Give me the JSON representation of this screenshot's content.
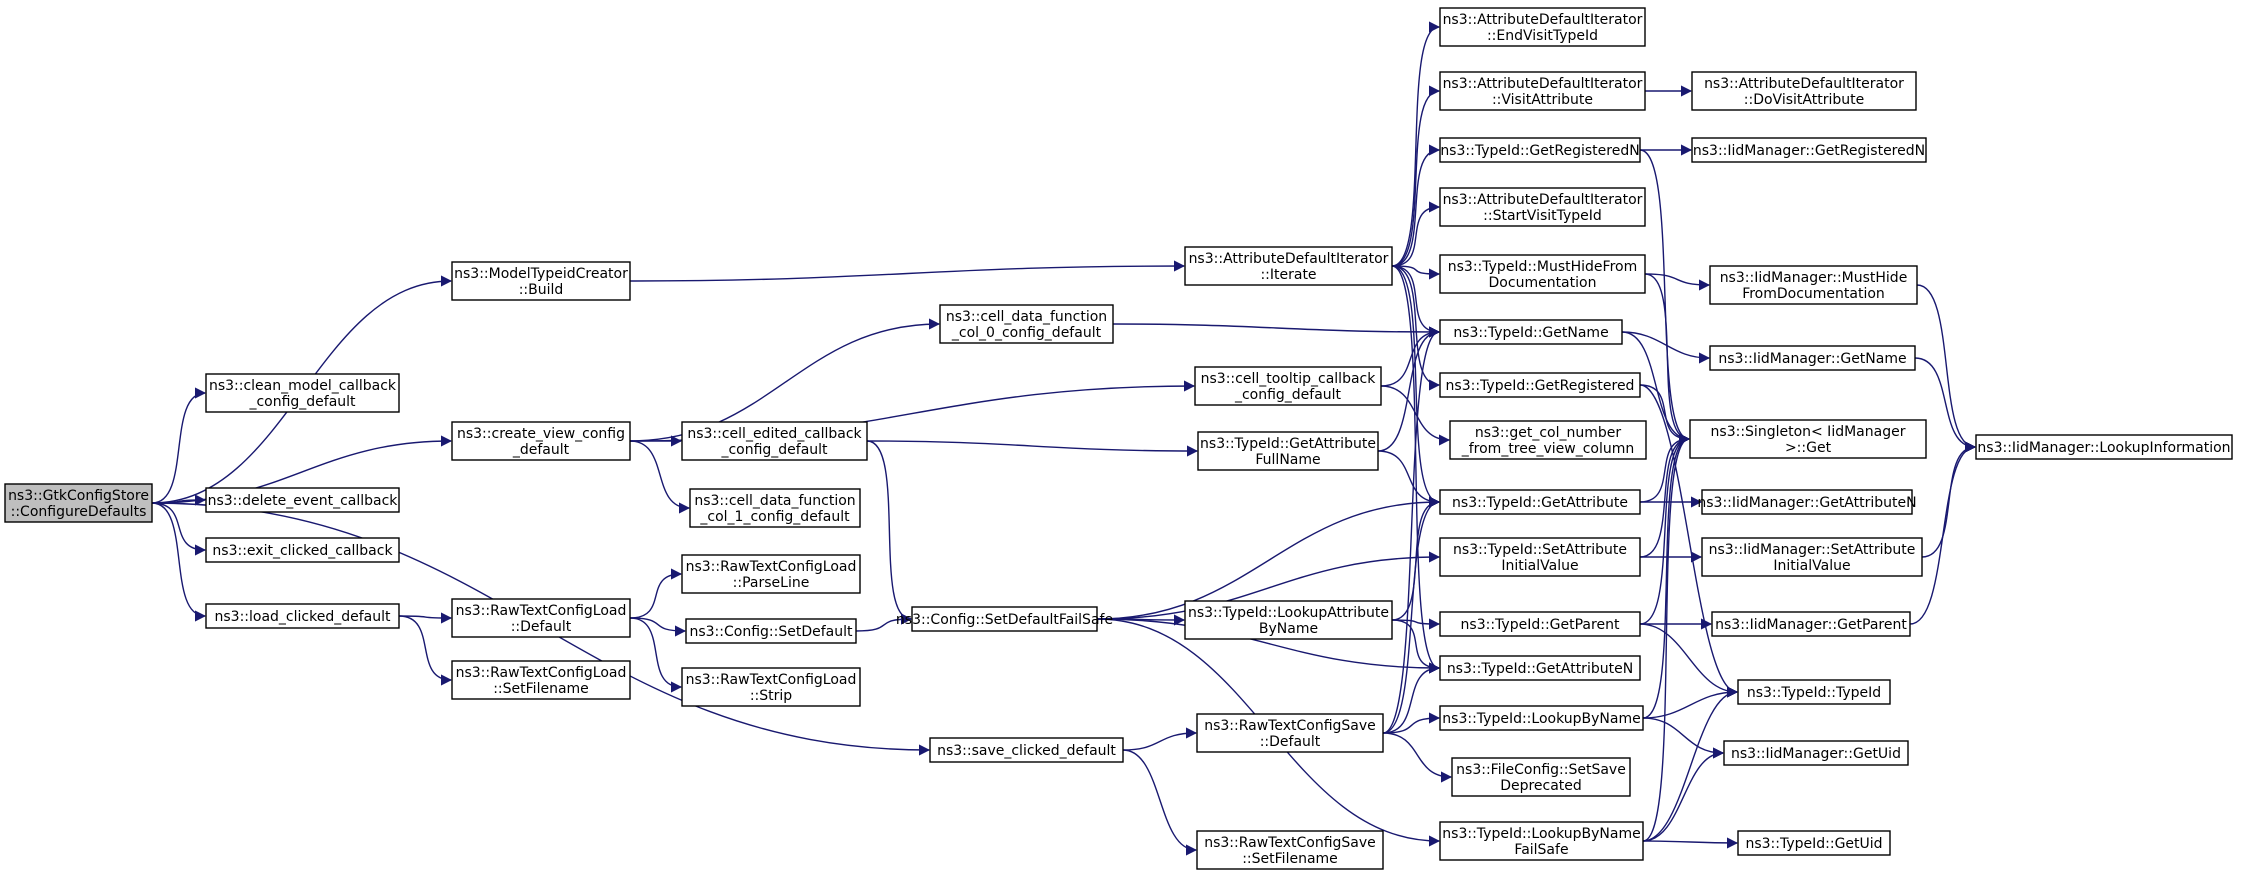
{
  "colors": {
    "edge": "#191970",
    "node_border": "#000000",
    "root_fill": "#bfbfbf",
    "node_fill": "#ffffff"
  },
  "nodes": [
    {
      "id": "gtk",
      "lines": [
        "ns3::GtkConfigStore",
        "::ConfigureDefaults"
      ],
      "root": true
    },
    {
      "id": "mtc",
      "lines": [
        "ns3::ModelTypeidCreator",
        "::Build"
      ]
    },
    {
      "id": "clean",
      "lines": [
        "ns3::clean_model_callback",
        "_config_default"
      ]
    },
    {
      "id": "cview",
      "lines": [
        "ns3::create_view_config",
        "_default"
      ]
    },
    {
      "id": "delev",
      "lines": [
        "ns3::delete_event_callback"
      ]
    },
    {
      "id": "exitc",
      "lines": [
        "ns3::exit_clicked_callback"
      ]
    },
    {
      "id": "loadc",
      "lines": [
        "ns3::load_clicked_default"
      ]
    },
    {
      "id": "savec",
      "lines": [
        "ns3::save_clicked_default"
      ]
    },
    {
      "id": "cdf0",
      "lines": [
        "ns3::cell_data_function",
        "_col_0_config_default"
      ]
    },
    {
      "id": "cecb",
      "lines": [
        "ns3::cell_edited_callback",
        "_config_default"
      ]
    },
    {
      "id": "cdf1",
      "lines": [
        "ns3::cell_data_function",
        "_col_1_config_default"
      ]
    },
    {
      "id": "rtcl_def",
      "lines": [
        "ns3::RawTextConfigLoad",
        "::Default"
      ]
    },
    {
      "id": "rtcl_sfn",
      "lines": [
        "ns3::RawTextConfigLoad",
        "::SetFilename"
      ]
    },
    {
      "id": "rtcl_pl",
      "lines": [
        "ns3::RawTextConfigLoad",
        "::ParseLine"
      ]
    },
    {
      "id": "cfg_sd",
      "lines": [
        "ns3::Config::SetDefault"
      ]
    },
    {
      "id": "rtcl_strip",
      "lines": [
        "ns3::RawTextConfigLoad",
        "::Strip"
      ]
    },
    {
      "id": "cfg_sdfs",
      "lines": [
        "ns3::Config::SetDefaultFailSafe"
      ]
    },
    {
      "id": "adi_iter",
      "lines": [
        "ns3::AttributeDefaultIterator",
        "::Iterate"
      ]
    },
    {
      "id": "ctcb",
      "lines": [
        "ns3::cell_tooltip_callback",
        "_config_default"
      ]
    },
    {
      "id": "tid_gafn",
      "lines": [
        "ns3::TypeId::GetAttribute",
        "FullName"
      ]
    },
    {
      "id": "tid_laban",
      "lines": [
        "ns3::TypeId::LookupAttribute",
        "ByName"
      ]
    },
    {
      "id": "rtcs_def",
      "lines": [
        "ns3::RawTextConfigSave",
        "::Default"
      ]
    },
    {
      "id": "rtcs_sfn",
      "lines": [
        "ns3::RawTextConfigSave",
        "::SetFilename"
      ]
    },
    {
      "id": "adi_evt",
      "lines": [
        "ns3::AttributeDefaultIterator",
        "::EndVisitTypeId"
      ]
    },
    {
      "id": "adi_va",
      "lines": [
        "ns3::AttributeDefaultIterator",
        "::VisitAttribute"
      ]
    },
    {
      "id": "tid_grn",
      "lines": [
        "ns3::TypeId::GetRegisteredN"
      ]
    },
    {
      "id": "adi_svt",
      "lines": [
        "ns3::AttributeDefaultIterator",
        "::StartVisitTypeId"
      ]
    },
    {
      "id": "tid_mhfd",
      "lines": [
        "ns3::TypeId::MustHideFrom",
        "Documentation"
      ]
    },
    {
      "id": "tid_gname",
      "lines": [
        "ns3::TypeId::GetName"
      ]
    },
    {
      "id": "tid_greg",
      "lines": [
        "ns3::TypeId::GetRegistered"
      ]
    },
    {
      "id": "gcn",
      "lines": [
        "ns3::get_col_number",
        "_from_tree_view_column"
      ]
    },
    {
      "id": "tid_gattr",
      "lines": [
        "ns3::TypeId::GetAttribute"
      ]
    },
    {
      "id": "tid_saiv",
      "lines": [
        "ns3::TypeId::SetAttribute",
        "InitialValue"
      ]
    },
    {
      "id": "tid_gparent",
      "lines": [
        "ns3::TypeId::GetParent"
      ]
    },
    {
      "id": "tid_gattrn",
      "lines": [
        "ns3::TypeId::GetAttributeN"
      ]
    },
    {
      "id": "tid_lbn",
      "lines": [
        "ns3::TypeId::LookupByName"
      ]
    },
    {
      "id": "fc_ssd",
      "lines": [
        "ns3::FileConfig::SetSave",
        "Deprecated"
      ]
    },
    {
      "id": "tid_lbnfs",
      "lines": [
        "ns3::TypeId::LookupByName",
        "FailSafe"
      ]
    },
    {
      "id": "adi_dva",
      "lines": [
        "ns3::AttributeDefaultIterator",
        "::DoVisitAttribute"
      ]
    },
    {
      "id": "iid_grn",
      "lines": [
        "ns3::IidManager::GetRegisteredN"
      ]
    },
    {
      "id": "iid_mhfd",
      "lines": [
        "ns3::IidManager::MustHide",
        "FromDocumentation"
      ]
    },
    {
      "id": "iid_gname",
      "lines": [
        "ns3::IidManager::GetName"
      ]
    },
    {
      "id": "singleton",
      "lines": [
        "ns3::Singleton< IidManager",
        " >::Get"
      ]
    },
    {
      "id": "iid_gattrn",
      "lines": [
        "ns3::IidManager::GetAttributeN"
      ]
    },
    {
      "id": "iid_saiv",
      "lines": [
        "ns3::IidManager::SetAttribute",
        "InitialValue"
      ]
    },
    {
      "id": "iid_gparent",
      "lines": [
        "ns3::IidManager::GetParent"
      ]
    },
    {
      "id": "tid_tid",
      "lines": [
        "ns3::TypeId::TypeId"
      ]
    },
    {
      "id": "iid_guid",
      "lines": [
        "ns3::IidManager::GetUid"
      ]
    },
    {
      "id": "tid_guid",
      "lines": [
        "ns3::TypeId::GetUid"
      ]
    },
    {
      "id": "iid_li",
      "lines": [
        "ns3::IidManager::LookupInformation"
      ]
    }
  ],
  "edges": [
    [
      "gtk",
      "mtc"
    ],
    [
      "gtk",
      "clean"
    ],
    [
      "gtk",
      "cview"
    ],
    [
      "gtk",
      "delev"
    ],
    [
      "gtk",
      "exitc"
    ],
    [
      "gtk",
      "loadc"
    ],
    [
      "gtk",
      "savec"
    ],
    [
      "mtc",
      "adi_iter"
    ],
    [
      "cview",
      "cdf0"
    ],
    [
      "cview",
      "ctcb"
    ],
    [
      "cview",
      "cecb"
    ],
    [
      "cview",
      "cdf1"
    ],
    [
      "cdf0",
      "tid_gname"
    ],
    [
      "cecb",
      "tid_gafn"
    ],
    [
      "cecb",
      "cfg_sdfs"
    ],
    [
      "loadc",
      "rtcl_def"
    ],
    [
      "loadc",
      "rtcl_sfn"
    ],
    [
      "rtcl_def",
      "rtcl_pl"
    ],
    [
      "rtcl_def",
      "cfg_sd"
    ],
    [
      "rtcl_def",
      "rtcl_strip"
    ],
    [
      "cfg_sd",
      "cfg_sdfs"
    ],
    [
      "cfg_sdfs",
      "tid_gattr"
    ],
    [
      "cfg_sdfs",
      "tid_saiv"
    ],
    [
      "cfg_sdfs",
      "tid_laban"
    ],
    [
      "cfg_sdfs",
      "tid_gattrn"
    ],
    [
      "cfg_sdfs",
      "tid_lbnfs"
    ],
    [
      "savec",
      "rtcs_def"
    ],
    [
      "savec",
      "rtcs_sfn"
    ],
    [
      "adi_iter",
      "adi_evt"
    ],
    [
      "adi_iter",
      "adi_va"
    ],
    [
      "adi_iter",
      "tid_grn"
    ],
    [
      "adi_iter",
      "adi_svt"
    ],
    [
      "adi_iter",
      "tid_mhfd"
    ],
    [
      "adi_iter",
      "tid_gname"
    ],
    [
      "adi_iter",
      "tid_greg"
    ],
    [
      "adi_iter",
      "tid_gattr"
    ],
    [
      "adi_iter",
      "tid_gattrn"
    ],
    [
      "ctcb",
      "tid_gname"
    ],
    [
      "ctcb",
      "gcn"
    ],
    [
      "tid_gafn",
      "tid_gname"
    ],
    [
      "tid_gafn",
      "tid_gattr"
    ],
    [
      "tid_laban",
      "tid_gattr"
    ],
    [
      "tid_laban",
      "tid_gparent"
    ],
    [
      "tid_laban",
      "tid_gattrn"
    ],
    [
      "rtcs_def",
      "tid_gname"
    ],
    [
      "rtcs_def",
      "tid_gattr"
    ],
    [
      "rtcs_def",
      "tid_gattrn"
    ],
    [
      "rtcs_def",
      "tid_lbn"
    ],
    [
      "rtcs_def",
      "fc_ssd"
    ],
    [
      "adi_va",
      "adi_dva"
    ],
    [
      "tid_grn",
      "iid_grn"
    ],
    [
      "tid_grn",
      "singleton"
    ],
    [
      "tid_mhfd",
      "iid_mhfd"
    ],
    [
      "tid_mhfd",
      "singleton"
    ],
    [
      "tid_gname",
      "iid_gname"
    ],
    [
      "tid_gname",
      "singleton"
    ],
    [
      "tid_greg",
      "singleton"
    ],
    [
      "tid_greg",
      "tid_tid"
    ],
    [
      "tid_gattr",
      "singleton"
    ],
    [
      "tid_gattr",
      "iid_gattrn"
    ],
    [
      "tid_saiv",
      "singleton"
    ],
    [
      "tid_saiv",
      "iid_saiv"
    ],
    [
      "tid_gparent",
      "singleton"
    ],
    [
      "tid_gparent",
      "iid_gparent"
    ],
    [
      "tid_gparent",
      "tid_tid"
    ],
    [
      "tid_lbn",
      "singleton"
    ],
    [
      "tid_lbn",
      "tid_tid"
    ],
    [
      "tid_lbn",
      "iid_guid"
    ],
    [
      "tid_lbnfs",
      "singleton"
    ],
    [
      "tid_lbnfs",
      "tid_tid"
    ],
    [
      "tid_lbnfs",
      "iid_guid"
    ],
    [
      "tid_lbnfs",
      "tid_guid"
    ],
    [
      "iid_mhfd",
      "iid_li"
    ],
    [
      "iid_gname",
      "iid_li"
    ],
    [
      "iid_saiv",
      "iid_li"
    ],
    [
      "iid_gparent",
      "iid_li"
    ]
  ]
}
